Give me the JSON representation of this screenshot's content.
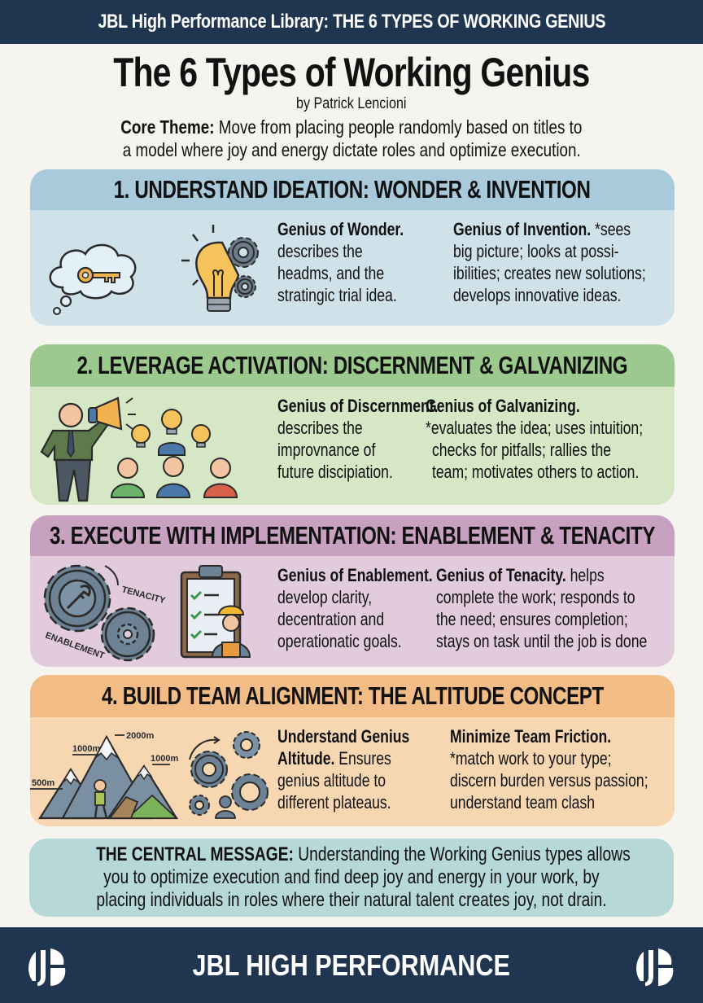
{
  "top_banner": {
    "title": "JBL High Performance Library: THE 6 TYPES OF WORKING GENIUS"
  },
  "header": {
    "title": "The 6 Types of Working Genius",
    "byline": "by Patrick Lencioni",
    "core_label": "Core Theme:",
    "core_line1": "Move from placing people randomly based on titles to",
    "core_line2": "a model where joy and energy dictate roles and optimize execution."
  },
  "sections": [
    {
      "heading": "1. UNDERSTAND IDEATION: WONDER & INVENTION",
      "icons": [
        "thought-cloud-key-icon",
        "lightbulb-gears-icon"
      ],
      "left": {
        "title": "Genius of Wonder.",
        "lines": [
          "describes the",
          "headms, and the",
          "stratingic trial idea."
        ]
      },
      "right": {
        "title": "Genius of Invention.",
        "title_suffix": " *sees",
        "lines": [
          "big picture; looks at possi-",
          "ibilities; creates new solutions;",
          "develops innovative ideas."
        ]
      },
      "colors": {
        "header": "#a9cadb",
        "body": "#cfe2ea"
      }
    },
    {
      "heading": "2. LEVERAGE ACTIVATION: DISCERNMENT & GALVANIZING",
      "icons": [
        "megaphone-leader-icon",
        "team-ideas-icon"
      ],
      "left": {
        "title": "Genius of Discernment.",
        "lines": [
          "describes the",
          "improvnance of",
          "future discipiation."
        ]
      },
      "right": {
        "title": "Genius of Galvanizing.",
        "lines": [
          "*evaluates the idea; uses intuition;",
          "checks for pitfalls; rallies the",
          "team; motivates others to action."
        ]
      },
      "colors": {
        "header": "#9cc98e",
        "body": "#d6e7c6"
      }
    },
    {
      "heading": "3. EXECUTE WITH IMPLEMENTATION: ENABLEMENT & TENACITY",
      "icons": [
        "gears-wrench-icon",
        "checklist-worker-icon"
      ],
      "gear_labels": {
        "top": "TENACITY",
        "bottom": "ENABLEMENT"
      },
      "left": {
        "title": "Genius of Enablement.",
        "lines": [
          "develop clarity,",
          "decentration and",
          "operationatic goals."
        ]
      },
      "right": {
        "title": "Genius of Tenacity.",
        "title_suffix": " helps",
        "lines": [
          "complete the work; responds to",
          "the need; ensures completion;",
          "stays on task until the job is done"
        ]
      },
      "colors": {
        "header": "#c8a0c0",
        "body": "#e1cbdc"
      }
    },
    {
      "heading": "4. BUILD TEAM ALIGNMENT: THE ALTITUDE CONCEPT",
      "icons": [
        "mountain-altitude-icon",
        "gears-person-icon"
      ],
      "altitude_labels": [
        "2000m",
        "1000m",
        "1000m",
        "500m"
      ],
      "left": {
        "title": "Understand Genius",
        "title2": "Altitude.",
        "title2_suffix": " Ensures",
        "lines": [
          "genius altitude to",
          "different plateaus."
        ]
      },
      "right": {
        "title": "Minimize Team Friction.",
        "lines": [
          "*match work to your type;",
          "discern burden versus passion;",
          "understand team clash"
        ]
      },
      "colors": {
        "header": "#f1bc85",
        "body": "#f7d7b2"
      }
    }
  ],
  "central_message": {
    "label": "THE CENTRAL MESSAGE:",
    "line1": "Understanding the Working Genius types allows",
    "line2": "you to optimize execution and find deep joy and energy in your work, by",
    "line3": "placing individuals in roles where their natural talent creates joy, not drain.",
    "color": "#b6d8d8"
  },
  "footer": {
    "brand": "JBL HIGH PERFORMANCE",
    "logo": "jb-monogram-icon",
    "color": "#1f3550"
  }
}
